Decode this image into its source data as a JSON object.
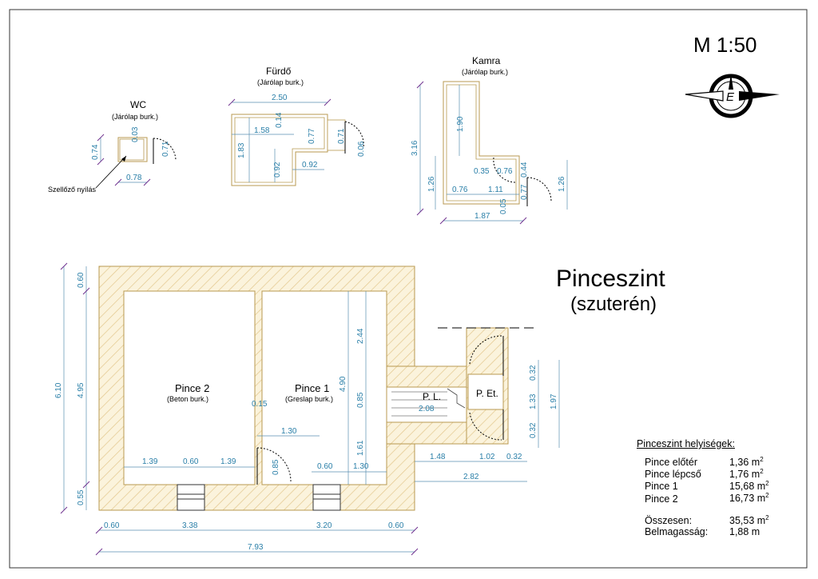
{
  "scale": "M 1:50",
  "plan_title": "Pinceszint",
  "plan_subtitle": "(szuterén)",
  "rooms_main": {
    "pince2": {
      "name": "Pince 2",
      "floor": "(Beton burk.)"
    },
    "pince1": {
      "name": "Pince 1",
      "floor": "(Greslap burk.)"
    },
    "pl": "P. L.",
    "pet": "P. Et."
  },
  "details": {
    "wc": {
      "name": "WC",
      "floor": "(Járólap burk.)",
      "note": "Szellőző nyílás",
      "dims": [
        "0.74",
        "0.03",
        "0.71",
        "0.78"
      ]
    },
    "furdo": {
      "name": "Fürdő",
      "floor": "(Járólap burk.)",
      "dims": [
        "2.50",
        "0.14",
        "1.58",
        "1.83",
        "0.77",
        "0.71",
        "0.06",
        "0.92",
        "0.92"
      ]
    },
    "kamra": {
      "name": "Kamra",
      "floor": "(Járólap burk.)",
      "dims": [
        "3.16",
        "1.90",
        "0.35",
        "0.76",
        "0.44",
        "1.26",
        "1.26",
        "0.76",
        "1.11",
        "0.77",
        "0.05",
        "1.87"
      ]
    }
  },
  "main_dims": {
    "left_total": "6.10",
    "left_inner": "4.95",
    "left_top": "0.60",
    "left_bottom": "0.55",
    "inner_height": "2.44",
    "inner_total": "4.90",
    "mid_085": "0.85",
    "low_161": "1.61",
    "wall_015": "0.15",
    "w130_top": "1.30",
    "door_085": "0.85",
    "b139a": "1.39",
    "b060a": "0.60",
    "b139b": "1.39",
    "b060b": "0.60",
    "b130": "1.30",
    "stair_208": "2.08",
    "r032a": "0.32",
    "r133": "1.33",
    "r032b": "0.32",
    "r197": "1.97",
    "e148": "1.48",
    "e102": "1.02",
    "e032": "0.32",
    "e282": "2.82",
    "bot_060a": "0.60",
    "bot_338": "3.38",
    "bot_320": "3.20",
    "bot_060b": "0.60",
    "bot_total": "7.93"
  },
  "legend": {
    "title": "Pinceszint helyiségek:",
    "rows": [
      {
        "name": "Pince előtér",
        "value": "1,36 m",
        "sup": "2"
      },
      {
        "name": "Pince lépcső",
        "value": "1,76 m",
        "sup": "2"
      },
      {
        "name": "Pince 1",
        "value": "15,68 m",
        "sup": "2"
      },
      {
        "name": "Pince 2",
        "value": "16,73 m",
        "sup": "2"
      }
    ],
    "total_label": "Összesen:",
    "total_value": "35,53 m",
    "total_sup": "2",
    "height_label": "Belmagasság:",
    "height_value": "1,88 m"
  }
}
